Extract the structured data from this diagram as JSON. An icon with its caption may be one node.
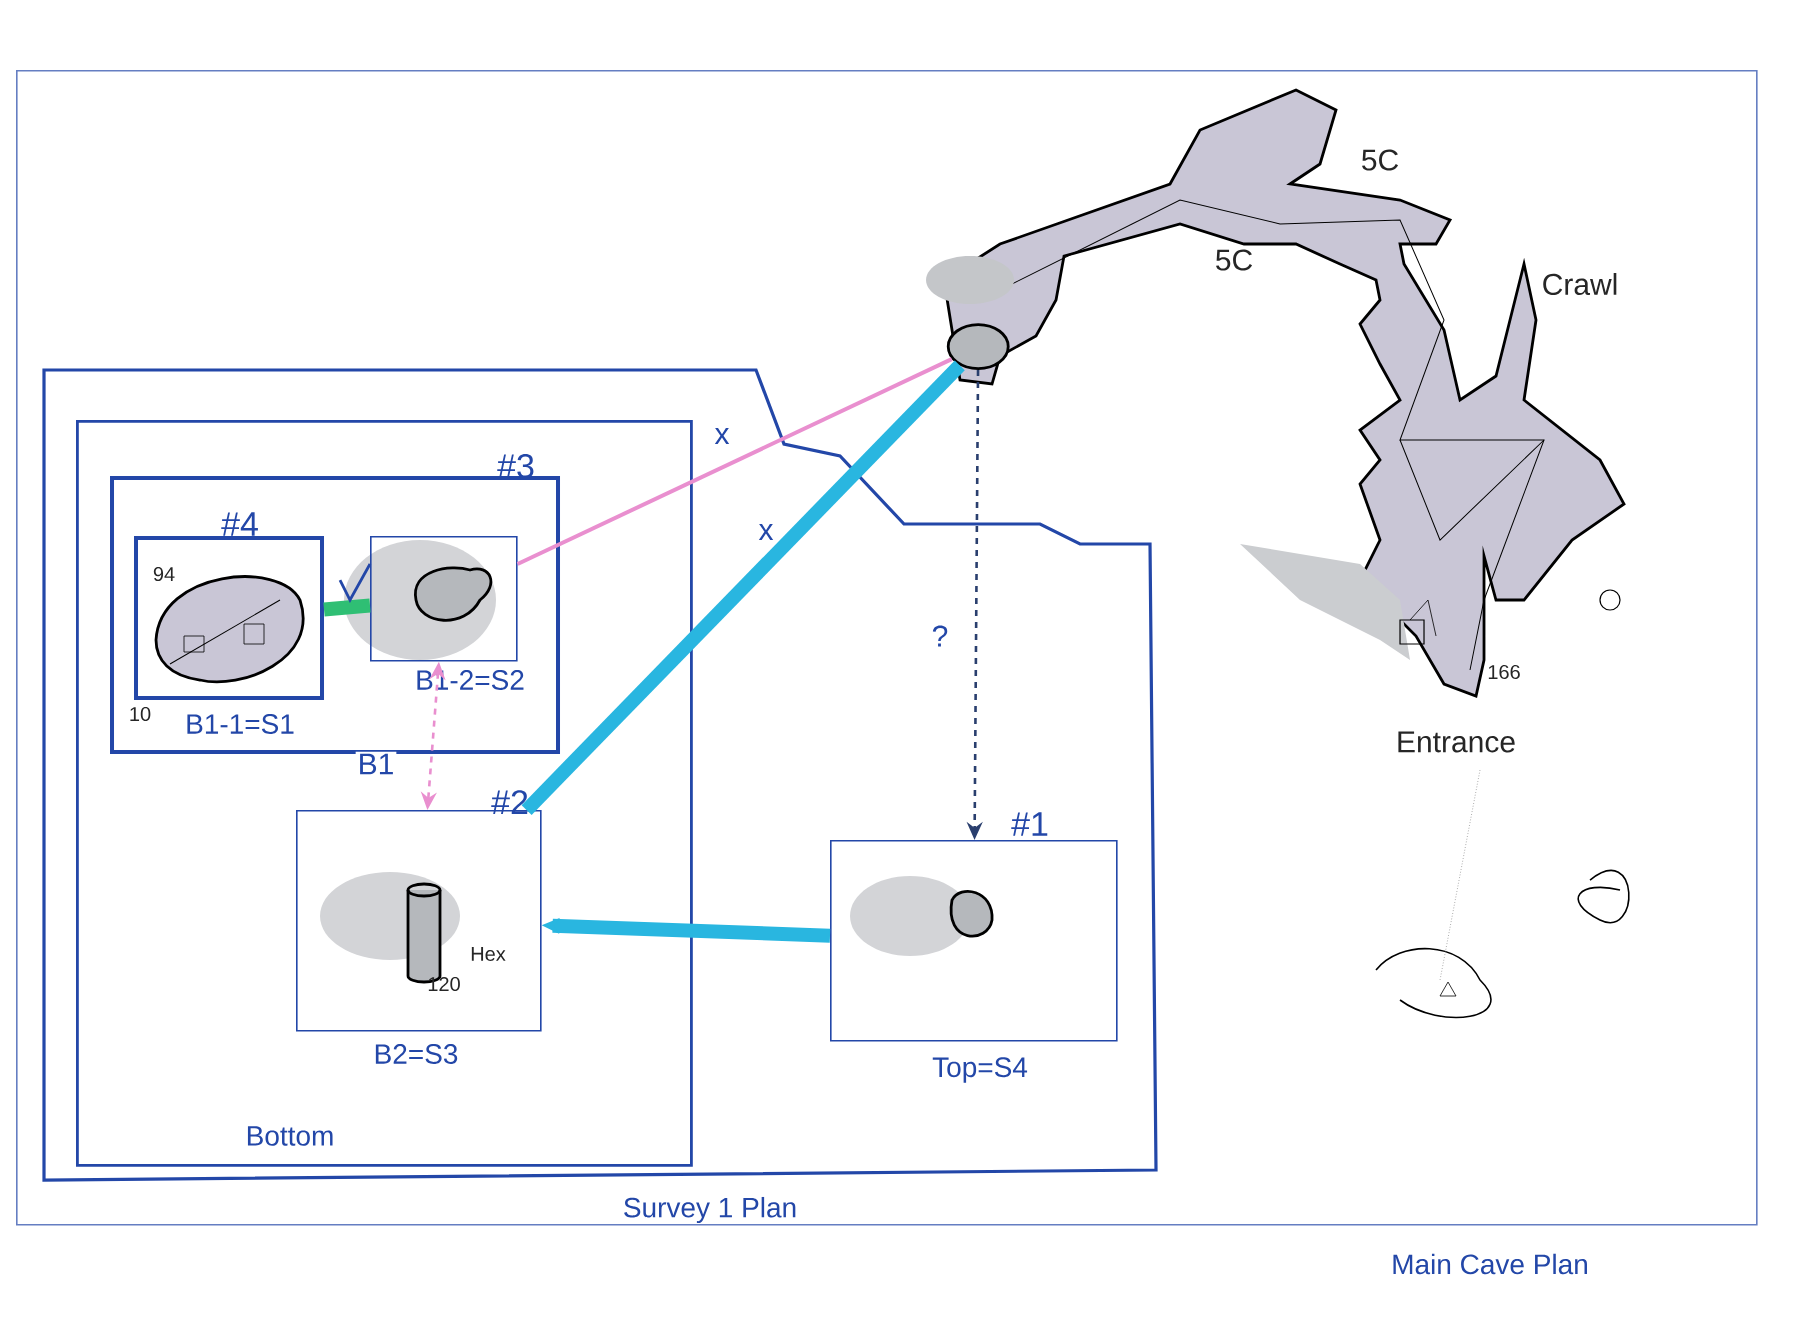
{
  "diagram": {
    "nodes": [
      {
        "text": [
          "Main Cave Plan"
        ]
      },
      {
        "text": [
          "Survey 1 Plan"
        ],
        "in": 0
      },
      {
        "text": [
          "Bottom"
        ],
        "in": 1
      },
      {
        "text": [
          "#3"
        ],
        "in": 2
      },
      {
        "text": [
          "#4",
          "B1-1=S1"
        ],
        "in": 3
      },
      {
        "text": [
          "B1-2=S2"
        ],
        "in": 3
      },
      {
        "text": [
          "#2",
          "B2=S3"
        ],
        "in": 2
      },
      {
        "text": [
          "#1",
          "Top=S4"
        ],
        "in": 1
      },
      {
        "text": [],
        "shape": "circle",
        "in": 0
      }
    ],
    "edges": [
      {
        "from": 5,
        "to": 6,
        "arrow": "both",
        "label": "B1",
        "style": "dashed",
        "color": "#e98fcf"
      },
      {
        "from": 4,
        "to": 5,
        "arrow": "none",
        "style": "thick",
        "color": "#2fbf74"
      },
      {
        "from": 8,
        "to": 5,
        "arrow": "none",
        "label": "x",
        "color": "#e98fcf"
      },
      {
        "from": 8,
        "to": 6,
        "arrow": "none",
        "label": "x",
        "style": "thick",
        "color": "#29b6e0"
      },
      {
        "from": 8,
        "to": 7,
        "arrow": "to",
        "label": "?",
        "style": "dashed",
        "color": "#2a3f6e"
      },
      {
        "from": 7,
        "to": 6,
        "arrow": "to",
        "style": "thick",
        "color": "#29b6e0"
      }
    ],
    "labels": [
      "5C",
      "5C",
      "Crawl",
      "94",
      "10",
      "166",
      "Entrance",
      "Hex",
      "120"
    ]
  }
}
